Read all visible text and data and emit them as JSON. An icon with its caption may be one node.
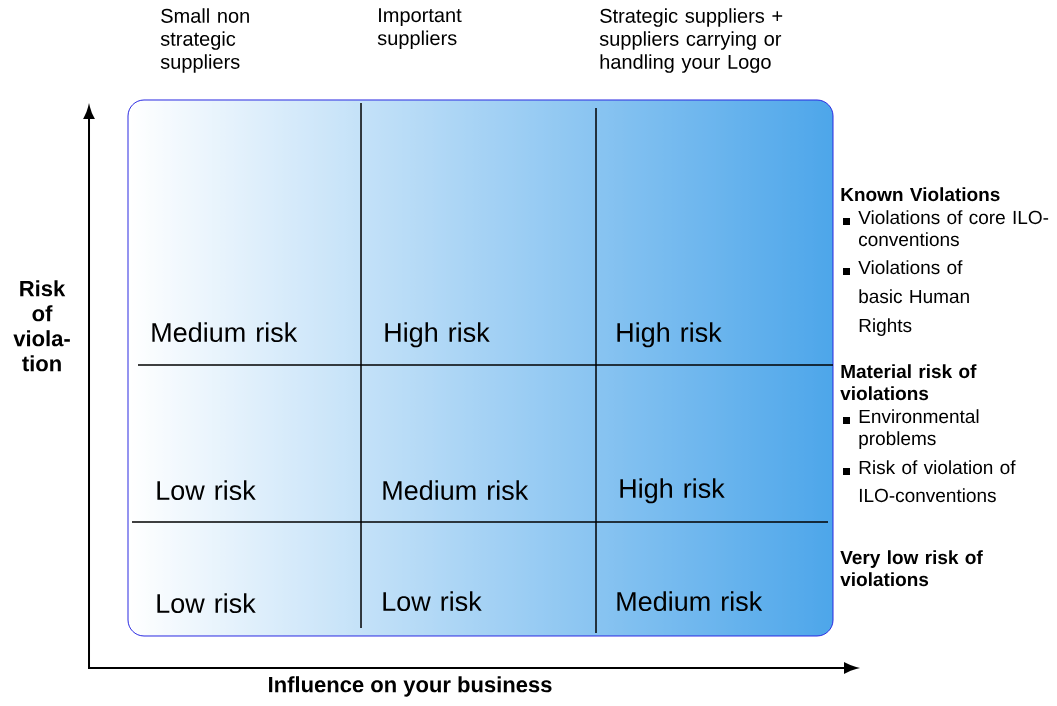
{
  "diagram": {
    "labels": [
      "Small non strategic suppliers",
      "Important suppliers",
      "Strategic suppliers + suppliers carrying or handling your Logo",
      "Risk of viola-tion",
      "Known Violations",
      "Violations of core ILO-conventions",
      "Violations of basic Human Rights",
      "Medium risk",
      "High risk",
      "High risk",
      "Material risk of violations",
      "Environmental problems",
      "Risk of violation of ILO-conventions",
      "Low risk",
      "Medium risk",
      "High risk",
      "Very low risk of violations",
      "Low risk",
      "Low risk",
      "Medium risk",
      "Influence on your business"
    ]
  }
}
